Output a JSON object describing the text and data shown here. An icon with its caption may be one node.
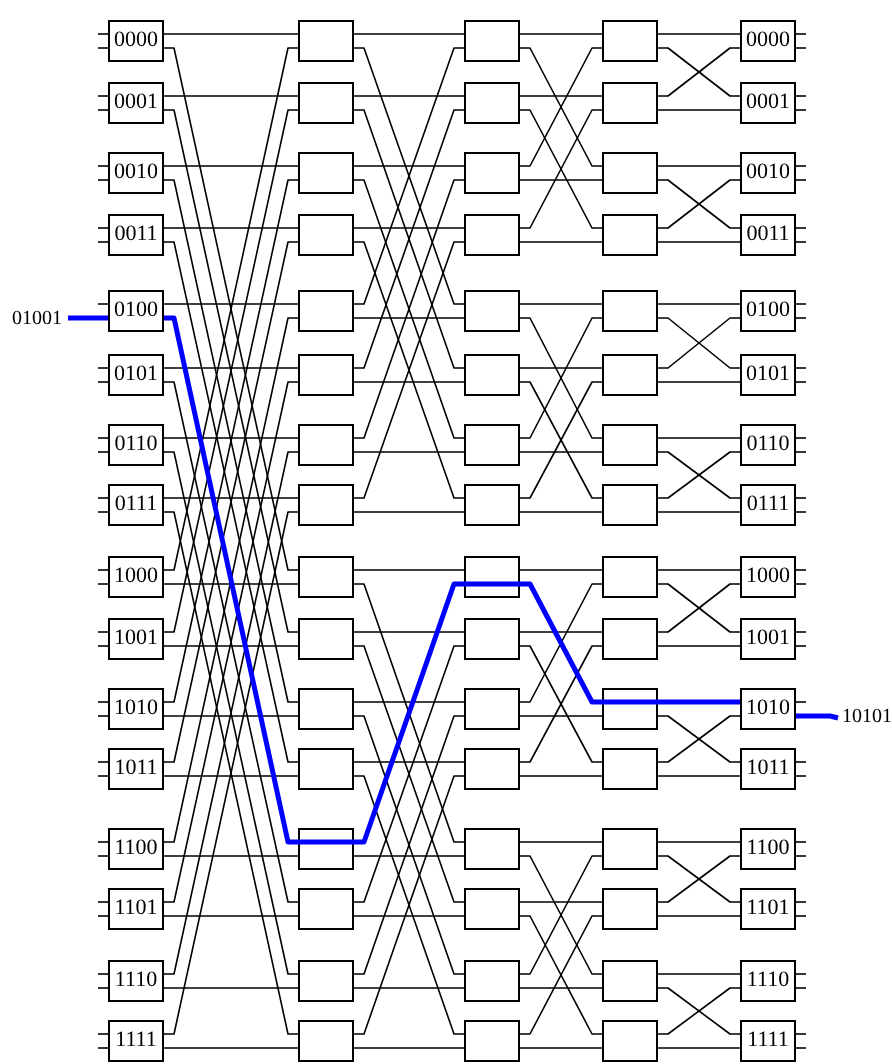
{
  "diagram": {
    "nodes": [
      {
        "text": [
          "0000"
        ]
      },
      {
        "text": [
          "0001"
        ]
      },
      {
        "text": [
          "0010"
        ]
      },
      {
        "text": [
          "0011"
        ]
      },
      {
        "text": [
          "0100"
        ]
      },
      {
        "text": [
          "0101"
        ]
      },
      {
        "text": [
          "0110"
        ]
      },
      {
        "text": [
          "0111"
        ]
      },
      {
        "text": [
          "1000"
        ]
      },
      {
        "text": [
          "1001"
        ]
      },
      {
        "text": [
          "1010"
        ]
      },
      {
        "text": [
          "1011"
        ]
      },
      {
        "text": [
          "1100"
        ]
      },
      {
        "text": [
          "1101"
        ]
      },
      {
        "text": [
          "1110"
        ]
      },
      {
        "text": [
          "1111"
        ]
      },
      {
        "text": [],
        "shape": "box"
      },
      {
        "text": [],
        "shape": "box"
      },
      {
        "text": [],
        "shape": "box"
      },
      {
        "text": [],
        "shape": "box"
      },
      {
        "text": [],
        "shape": "box"
      },
      {
        "text": [],
        "shape": "box"
      },
      {
        "text": [],
        "shape": "box"
      },
      {
        "text": [],
        "shape": "box"
      },
      {
        "text": [],
        "shape": "box"
      },
      {
        "text": [],
        "shape": "box"
      },
      {
        "text": [],
        "shape": "box"
      },
      {
        "text": [],
        "shape": "box"
      },
      {
        "text": [],
        "shape": "box"
      },
      {
        "text": [],
        "shape": "box"
      },
      {
        "text": [],
        "shape": "box"
      },
      {
        "text": [],
        "shape": "box"
      },
      {
        "text": [],
        "shape": "box"
      },
      {
        "text": [],
        "shape": "box"
      },
      {
        "text": [],
        "shape": "box"
      },
      {
        "text": [],
        "shape": "box"
      },
      {
        "text": [],
        "shape": "box"
      },
      {
        "text": [],
        "shape": "box"
      },
      {
        "text": [],
        "shape": "box"
      },
      {
        "text": [],
        "shape": "box"
      },
      {
        "text": [],
        "shape": "box"
      },
      {
        "text": [],
        "shape": "box"
      },
      {
        "text": [],
        "shape": "box"
      },
      {
        "text": [],
        "shape": "box"
      },
      {
        "text": [],
        "shape": "box"
      },
      {
        "text": [],
        "shape": "box"
      },
      {
        "text": [],
        "shape": "box"
      },
      {
        "text": [],
        "shape": "box"
      },
      {
        "text": [],
        "shape": "box"
      },
      {
        "text": [],
        "shape": "box"
      },
      {
        "text": [],
        "shape": "box"
      },
      {
        "text": [],
        "shape": "box"
      },
      {
        "text": [],
        "shape": "box"
      },
      {
        "text": [],
        "shape": "box"
      },
      {
        "text": [],
        "shape": "box"
      },
      {
        "text": [],
        "shape": "box"
      },
      {
        "text": [],
        "shape": "box"
      },
      {
        "text": [],
        "shape": "box"
      },
      {
        "text": [],
        "shape": "box"
      },
      {
        "text": [],
        "shape": "box"
      },
      {
        "text": [],
        "shape": "box"
      },
      {
        "text": [],
        "shape": "box"
      },
      {
        "text": [],
        "shape": "box"
      },
      {
        "text": [],
        "shape": "box"
      },
      {
        "text": [
          "0000"
        ]
      },
      {
        "text": [
          "0001"
        ]
      },
      {
        "text": [
          "0010"
        ]
      },
      {
        "text": [
          "0011"
        ]
      },
      {
        "text": [
          "0100"
        ]
      },
      {
        "text": [
          "0101"
        ]
      },
      {
        "text": [
          "0110"
        ]
      },
      {
        "text": [
          "0111"
        ]
      },
      {
        "text": [
          "1000"
        ]
      },
      {
        "text": [
          "1001"
        ]
      },
      {
        "text": [
          "1010"
        ]
      },
      {
        "text": [
          "1011"
        ]
      },
      {
        "text": [
          "1100"
        ]
      },
      {
        "text": [
          "1101"
        ]
      },
      {
        "text": [
          "1110"
        ]
      },
      {
        "text": [
          "1111"
        ]
      },
      {
        "text": [
          "01001"
        ]
      },
      {
        "text": [
          "10101"
        ]
      }
    ],
    "edges": [
      {
        "from": null,
        "to": 0,
        "arrow": "none"
      },
      {
        "from": null,
        "to": 0,
        "arrow": "none"
      },
      {
        "from": null,
        "to": 1,
        "arrow": "none"
      },
      {
        "from": null,
        "to": 1,
        "arrow": "none"
      },
      {
        "from": null,
        "to": 2,
        "arrow": "none"
      },
      {
        "from": null,
        "to": 2,
        "arrow": "none"
      },
      {
        "from": null,
        "to": 3,
        "arrow": "none"
      },
      {
        "from": null,
        "to": 3,
        "arrow": "none"
      },
      {
        "from": null,
        "to": 4,
        "arrow": "none"
      },
      {
        "from": 80,
        "to": 4,
        "arrow": "none",
        "style": "thick",
        "color": "#0000ff"
      },
      {
        "from": null,
        "to": 5,
        "arrow": "none"
      },
      {
        "from": null,
        "to": 5,
        "arrow": "none"
      },
      {
        "from": null,
        "to": 6,
        "arrow": "none"
      },
      {
        "from": null,
        "to": 6,
        "arrow": "none"
      },
      {
        "from": null,
        "to": 7,
        "arrow": "none"
      },
      {
        "from": null,
        "to": 7,
        "arrow": "none"
      },
      {
        "from": null,
        "to": 8,
        "arrow": "none"
      },
      {
        "from": null,
        "to": 8,
        "arrow": "none"
      },
      {
        "from": null,
        "to": 9,
        "arrow": "none"
      },
      {
        "from": null,
        "to": 9,
        "arrow": "none"
      },
      {
        "from": null,
        "to": 10,
        "arrow": "none"
      },
      {
        "from": null,
        "to": 10,
        "arrow": "none"
      },
      {
        "from": null,
        "to": 11,
        "arrow": "none"
      },
      {
        "from": null,
        "to": 11,
        "arrow": "none"
      },
      {
        "from": null,
        "to": 12,
        "arrow": "none"
      },
      {
        "from": null,
        "to": 12,
        "arrow": "none"
      },
      {
        "from": null,
        "to": 13,
        "arrow": "none"
      },
      {
        "from": null,
        "to": 13,
        "arrow": "none"
      },
      {
        "from": null,
        "to": 14,
        "arrow": "none"
      },
      {
        "from": null,
        "to": 14,
        "arrow": "none"
      },
      {
        "from": null,
        "to": 15,
        "arrow": "none"
      },
      {
        "from": null,
        "to": 15,
        "arrow": "none"
      },
      {
        "from": 0,
        "to": 16,
        "arrow": "none"
      },
      {
        "from": 0,
        "to": 24,
        "arrow": "none"
      },
      {
        "from": 1,
        "to": 17,
        "arrow": "none"
      },
      {
        "from": 1,
        "to": 25,
        "arrow": "none"
      },
      {
        "from": 2,
        "to": 18,
        "arrow": "none"
      },
      {
        "from": 2,
        "to": 26,
        "arrow": "none"
      },
      {
        "from": 3,
        "to": 19,
        "arrow": "none"
      },
      {
        "from": 3,
        "to": 27,
        "arrow": "none"
      },
      {
        "from": 4,
        "to": 20,
        "arrow": "none"
      },
      {
        "from": 4,
        "to": 28,
        "arrow": "none",
        "style": "thick",
        "color": "#0000ff"
      },
      {
        "from": 5,
        "to": 21,
        "arrow": "none"
      },
      {
        "from": 5,
        "to": 29,
        "arrow": "none"
      },
      {
        "from": 6,
        "to": 22,
        "arrow": "none"
      },
      {
        "from": 6,
        "to": 30,
        "arrow": "none"
      },
      {
        "from": 7,
        "to": 23,
        "arrow": "none"
      },
      {
        "from": 7,
        "to": 31,
        "arrow": "none"
      },
      {
        "from": 8,
        "to": 24,
        "arrow": "none"
      },
      {
        "from": 8,
        "to": 16,
        "arrow": "none"
      },
      {
        "from": 9,
        "to": 25,
        "arrow": "none"
      },
      {
        "from": 9,
        "to": 17,
        "arrow": "none"
      },
      {
        "from": 10,
        "to": 26,
        "arrow": "none"
      },
      {
        "from": 10,
        "to": 18,
        "arrow": "none"
      },
      {
        "from": 11,
        "to": 27,
        "arrow": "none"
      },
      {
        "from": 11,
        "to": 19,
        "arrow": "none"
      },
      {
        "from": 12,
        "to": 28,
        "arrow": "none"
      },
      {
        "from": 12,
        "to": 20,
        "arrow": "none"
      },
      {
        "from": 13,
        "to": 29,
        "arrow": "none"
      },
      {
        "from": 13,
        "to": 21,
        "arrow": "none"
      },
      {
        "from": 14,
        "to": 30,
        "arrow": "none"
      },
      {
        "from": 14,
        "to": 22,
        "arrow": "none"
      },
      {
        "from": 15,
        "to": 31,
        "arrow": "none"
      },
      {
        "from": 15,
        "to": 23,
        "arrow": "none"
      },
      {
        "from": 16,
        "to": 32,
        "arrow": "none"
      },
      {
        "from": 16,
        "to": 36,
        "arrow": "none"
      },
      {
        "from": 17,
        "to": 33,
        "arrow": "none"
      },
      {
        "from": 17,
        "to": 37,
        "arrow": "none"
      },
      {
        "from": 18,
        "to": 34,
        "arrow": "none"
      },
      {
        "from": 18,
        "to": 38,
        "arrow": "none"
      },
      {
        "from": 19,
        "to": 35,
        "arrow": "none"
      },
      {
        "from": 19,
        "to": 39,
        "arrow": "none"
      },
      {
        "from": 20,
        "to": 36,
        "arrow": "none"
      },
      {
        "from": 20,
        "to": 32,
        "arrow": "none"
      },
      {
        "from": 21,
        "to": 37,
        "arrow": "none"
      },
      {
        "from": 21,
        "to": 33,
        "arrow": "none"
      },
      {
        "from": 22,
        "to": 38,
        "arrow": "none"
      },
      {
        "from": 22,
        "to": 34,
        "arrow": "none"
      },
      {
        "from": 23,
        "to": 39,
        "arrow": "none"
      },
      {
        "from": 23,
        "to": 35,
        "arrow": "none"
      },
      {
        "from": 24,
        "to": 40,
        "arrow": "none"
      },
      {
        "from": 24,
        "to": 44,
        "arrow": "none"
      },
      {
        "from": 25,
        "to": 41,
        "arrow": "none"
      },
      {
        "from": 25,
        "to": 45,
        "arrow": "none"
      },
      {
        "from": 26,
        "to": 42,
        "arrow": "none"
      },
      {
        "from": 26,
        "to": 46,
        "arrow": "none"
      },
      {
        "from": 27,
        "to": 43,
        "arrow": "none"
      },
      {
        "from": 27,
        "to": 47,
        "arrow": "none"
      },
      {
        "from": 28,
        "to": 44,
        "arrow": "none"
      },
      {
        "from": 28,
        "to": 40,
        "arrow": "none",
        "style": "thick",
        "color": "#0000ff"
      },
      {
        "from": 29,
        "to": 45,
        "arrow": "none"
      },
      {
        "from": 29,
        "to": 41,
        "arrow": "none"
      },
      {
        "from": 30,
        "to": 46,
        "arrow": "none"
      },
      {
        "from": 30,
        "to": 42,
        "arrow": "none"
      },
      {
        "from": 31,
        "to": 47,
        "arrow": "none"
      },
      {
        "from": 31,
        "to": 43,
        "arrow": "none"
      },
      {
        "from": 32,
        "to": 48,
        "arrow": "none"
      },
      {
        "from": 32,
        "to": 50,
        "arrow": "none"
      },
      {
        "from": 33,
        "to": 49,
        "arrow": "none"
      },
      {
        "from": 33,
        "to": 51,
        "arrow": "none"
      },
      {
        "from": 34,
        "to": 50,
        "arrow": "none"
      },
      {
        "from": 34,
        "to": 48,
        "arrow": "none"
      },
      {
        "from": 35,
        "to": 51,
        "arrow": "none"
      },
      {
        "from": 35,
        "to": 49,
        "arrow": "none"
      },
      {
        "from": 36,
        "to": 52,
        "arrow": "none"
      },
      {
        "from": 36,
        "to": 54,
        "arrow": "none"
      },
      {
        "from": 37,
        "to": 53,
        "arrow": "none"
      },
      {
        "from": 37,
        "to": 55,
        "arrow": "none"
      },
      {
        "from": 38,
        "to": 54,
        "arrow": "none"
      },
      {
        "from": 38,
        "to": 52,
        "arrow": "none"
      },
      {
        "from": 39,
        "to": 55,
        "arrow": "none"
      },
      {
        "from": 39,
        "to": 53,
        "arrow": "none"
      },
      {
        "from": 40,
        "to": 56,
        "arrow": "none"
      },
      {
        "from": 40,
        "to": 58,
        "arrow": "none",
        "style": "thick",
        "color": "#0000ff"
      },
      {
        "from": 41,
        "to": 57,
        "arrow": "none"
      },
      {
        "from": 41,
        "to": 59,
        "arrow": "none"
      },
      {
        "from": 42,
        "to": 58,
        "arrow": "none"
      },
      {
        "from": 42,
        "to": 56,
        "arrow": "none"
      },
      {
        "from": 43,
        "to": 59,
        "arrow": "none"
      },
      {
        "from": 43,
        "to": 57,
        "arrow": "none"
      },
      {
        "from": 44,
        "to": 60,
        "arrow": "none"
      },
      {
        "from": 44,
        "to": 62,
        "arrow": "none"
      },
      {
        "from": 45,
        "to": 61,
        "arrow": "none"
      },
      {
        "from": 45,
        "to": 63,
        "arrow": "none"
      },
      {
        "from": 46,
        "to": 62,
        "arrow": "none"
      },
      {
        "from": 46,
        "to": 60,
        "arrow": "none"
      },
      {
        "from": 47,
        "to": 63,
        "arrow": "none"
      },
      {
        "from": 47,
        "to": 61,
        "arrow": "none"
      },
      {
        "from": 48,
        "to": 64,
        "arrow": "none"
      },
      {
        "from": 48,
        "to": 65,
        "arrow": "none"
      },
      {
        "from": 49,
        "to": 65,
        "arrow": "none"
      },
      {
        "from": 49,
        "to": 64,
        "arrow": "none"
      },
      {
        "from": 50,
        "to": 66,
        "arrow": "none"
      },
      {
        "from": 50,
        "to": 67,
        "arrow": "none"
      },
      {
        "from": 51,
        "to": 67,
        "arrow": "none"
      },
      {
        "from": 51,
        "to": 66,
        "arrow": "none"
      },
      {
        "from": 52,
        "to": 68,
        "arrow": "none"
      },
      {
        "from": 52,
        "to": 69,
        "arrow": "none"
      },
      {
        "from": 53,
        "to": 69,
        "arrow": "none"
      },
      {
        "from": 53,
        "to": 68,
        "arrow": "none"
      },
      {
        "from": 54,
        "to": 70,
        "arrow": "none"
      },
      {
        "from": 54,
        "to": 71,
        "arrow": "none"
      },
      {
        "from": 55,
        "to": 71,
        "arrow": "none"
      },
      {
        "from": 55,
        "to": 70,
        "arrow": "none"
      },
      {
        "from": 56,
        "to": 72,
        "arrow": "none"
      },
      {
        "from": 56,
        "to": 73,
        "arrow": "none"
      },
      {
        "from": 57,
        "to": 73,
        "arrow": "none"
      },
      {
        "from": 57,
        "to": 72,
        "arrow": "none"
      },
      {
        "from": 58,
        "to": 74,
        "arrow": "none",
        "style": "thick",
        "color": "#0000ff"
      },
      {
        "from": 58,
        "to": 75,
        "arrow": "none"
      },
      {
        "from": 59,
        "to": 75,
        "arrow": "none"
      },
      {
        "from": 59,
        "to": 74,
        "arrow": "none"
      },
      {
        "from": 60,
        "to": 76,
        "arrow": "none"
      },
      {
        "from": 60,
        "to": 77,
        "arrow": "none"
      },
      {
        "from": 61,
        "to": 77,
        "arrow": "none"
      },
      {
        "from": 61,
        "to": 76,
        "arrow": "none"
      },
      {
        "from": 62,
        "to": 78,
        "arrow": "none"
      },
      {
        "from": 62,
        "to": 79,
        "arrow": "none"
      },
      {
        "from": 63,
        "to": 79,
        "arrow": "none"
      },
      {
        "from": 63,
        "to": 78,
        "arrow": "none"
      },
      {
        "from": 64,
        "to": null,
        "arrow": "none"
      },
      {
        "from": 64,
        "to": null,
        "arrow": "none"
      },
      {
        "from": 65,
        "to": null,
        "arrow": "none"
      },
      {
        "from": 65,
        "to": null,
        "arrow": "none"
      },
      {
        "from": 66,
        "to": null,
        "arrow": "none"
      },
      {
        "from": 66,
        "to": null,
        "arrow": "none"
      },
      {
        "from": 67,
        "to": null,
        "arrow": "none"
      },
      {
        "from": 67,
        "to": null,
        "arrow": "none"
      },
      {
        "from": 68,
        "to": null,
        "arrow": "none"
      },
      {
        "from": 68,
        "to": null,
        "arrow": "none"
      },
      {
        "from": 69,
        "to": null,
        "arrow": "none"
      },
      {
        "from": 69,
        "to": null,
        "arrow": "none"
      },
      {
        "from": 70,
        "to": null,
        "arrow": "none"
      },
      {
        "from": 70,
        "to": null,
        "arrow": "none"
      },
      {
        "from": 71,
        "to": null,
        "arrow": "none"
      },
      {
        "from": 71,
        "to": null,
        "arrow": "none"
      },
      {
        "from": 72,
        "to": null,
        "arrow": "none"
      },
      {
        "from": 72,
        "to": null,
        "arrow": "none"
      },
      {
        "from": 73,
        "to": null,
        "arrow": "none"
      },
      {
        "from": 73,
        "to": null,
        "arrow": "none"
      },
      {
        "from": 74,
        "to": null,
        "arrow": "none"
      },
      {
        "from": 74,
        "to": 81,
        "arrow": "none",
        "style": "thick",
        "color": "#0000ff"
      },
      {
        "from": 75,
        "to": null,
        "arrow": "none"
      },
      {
        "from": 75,
        "to": null,
        "arrow": "none"
      },
      {
        "from": 76,
        "to": null,
        "arrow": "none"
      },
      {
        "from": 76,
        "to": null,
        "arrow": "none"
      },
      {
        "from": 77,
        "to": null,
        "arrow": "none"
      },
      {
        "from": 77,
        "to": null,
        "arrow": "none"
      },
      {
        "from": 78,
        "to": null,
        "arrow": "none"
      },
      {
        "from": 78,
        "to": null,
        "arrow": "none"
      },
      {
        "from": 79,
        "to": null,
        "arrow": "none"
      },
      {
        "from": 79,
        "to": null,
        "arrow": "none"
      }
    ]
  }
}
